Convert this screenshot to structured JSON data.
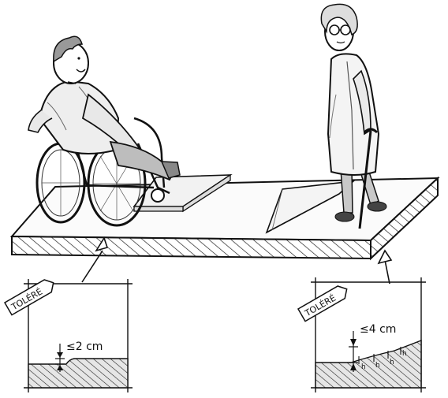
{
  "illustration": {
    "left_detail": {
      "tag": "TOLÉRÉ",
      "dimension": "≤2 cm"
    },
    "right_detail": {
      "tag": "TOLÉRÉ",
      "dimension": "≤4 cm",
      "step_labels": [
        "h",
        "h",
        "h",
        "h"
      ]
    }
  }
}
